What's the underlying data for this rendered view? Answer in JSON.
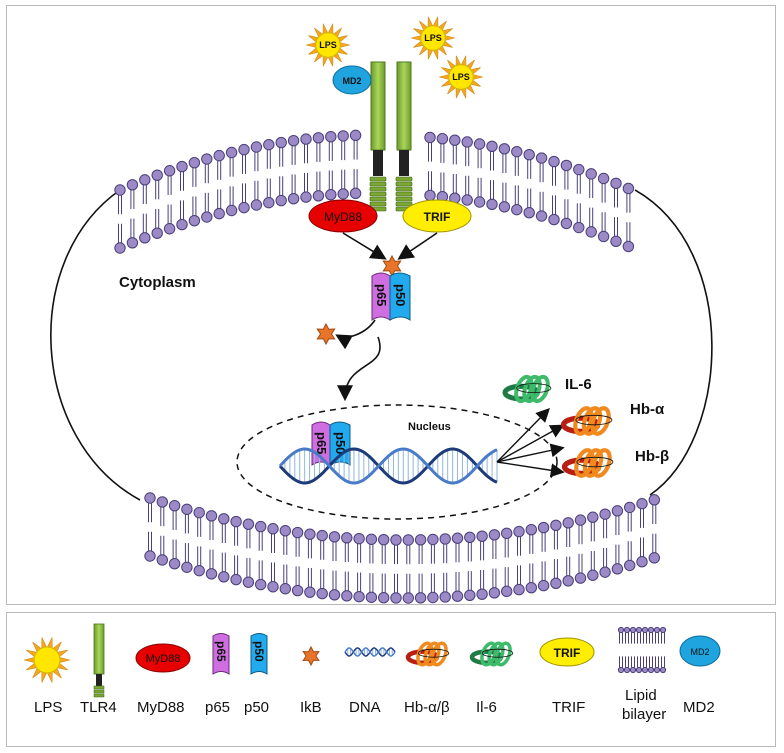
{
  "diagram": {
    "cytoplasm_label": "Cytoplasm",
    "nucleus_label": "Nucleus",
    "lps_label": "LPS",
    "md2_label": "MD2",
    "myd88_label": "MyD88",
    "trif_label": "TRIF",
    "p65_label": "p65",
    "p50_label": "p50",
    "il6_label": "IL-6",
    "hba_label": "Hb-α",
    "hbb_label": "Hb-β"
  },
  "legend": {
    "lps": "LPS",
    "tlr4": "TLR4",
    "myd88": "MyD88",
    "myd88_symbol": "MyD88",
    "p65": "p65",
    "p50": "p50",
    "ikb": "IkB",
    "dna": "DNA",
    "hb": "Hb-α/β",
    "il6": "Il-6",
    "trif": "TRIF",
    "trif_symbol": "TRIF",
    "lipid_line1": "Lipid",
    "lipid_line2": "bilayer",
    "md2": "MD2",
    "md2_symbol": "MD2"
  },
  "colors": {
    "membrane_head": "#9b8ac6",
    "membrane_stroke": "#4a3f7a",
    "lps": "#ffe600",
    "lps_rays": "#f5a623",
    "tlr4": "#8fbf45",
    "myd88": "#e60000",
    "trif": "#ffee00",
    "md2": "#1fa4e0",
    "p65": "#cf6ee0",
    "p50": "#22aaee",
    "ikb": "#e8742a",
    "dna": "#1d3a7a",
    "hb_red": "#b81e12",
    "hb_orange": "#f08a1e",
    "il6": "#3dbb6a"
  }
}
